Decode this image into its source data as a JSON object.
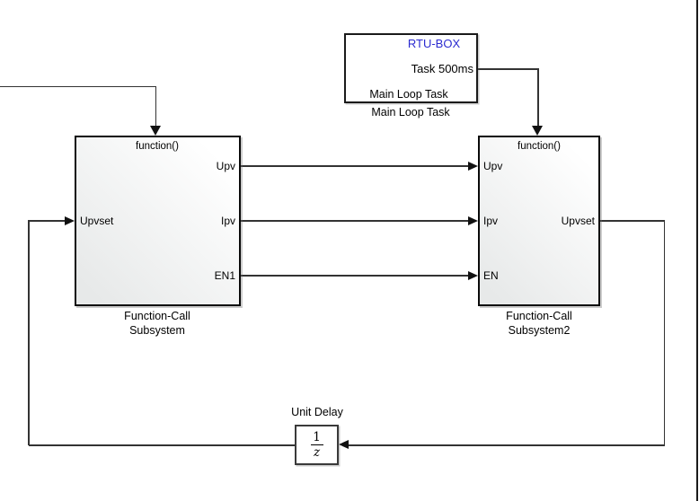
{
  "colors": {
    "accent_blue": "#2b2bd0",
    "line": "#333333",
    "border": "#0a0a0a"
  },
  "rtu_box": {
    "title": "RTU-BOX",
    "output_port": "Task 500ms",
    "inner_label": "Main Loop Task",
    "caption": "Main Loop Task"
  },
  "subsystem1": {
    "trigger": "function()",
    "inputs": [
      "Upvset"
    ],
    "outputs": [
      "Upv",
      "Ipv",
      "EN1"
    ],
    "caption": [
      "Function-Call",
      "Subsystem"
    ]
  },
  "subsystem2": {
    "trigger": "function()",
    "inputs": [
      "Upv",
      "Ipv",
      "EN"
    ],
    "outputs": [
      "Upvset"
    ],
    "caption": [
      "Function-Call",
      "Subsystem2"
    ]
  },
  "unit_delay": {
    "caption": "Unit Delay",
    "numerator": "1",
    "denominator": "z"
  }
}
